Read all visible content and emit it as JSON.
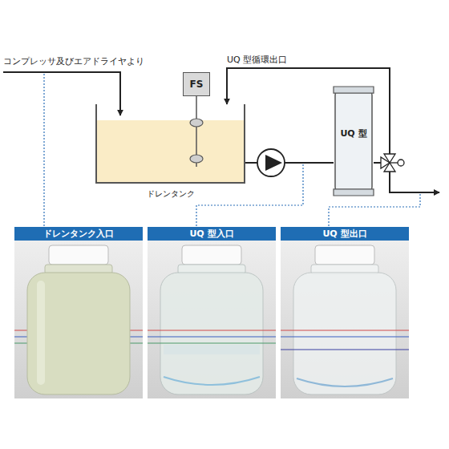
{
  "diagram": {
    "nodes": [
      {
        "text": [
          "FS"
        ]
      },
      {
        "text": [
          "ドレンタンク"
        ]
      },
      {
        "text": [
          "UQ 型"
        ]
      },
      {
        "text": [
          "ドレンタンク入口"
        ]
      },
      {
        "text": [
          "UQ 型入口"
        ]
      },
      {
        "text": [
          "UQ 型出口"
        ]
      }
    ],
    "edges": [
      {
        "from": 0,
        "to": 1,
        "arrow": "none"
      },
      {
        "from": 1,
        "to": 2,
        "arrow": "none"
      },
      {
        "from": 2,
        "to": 1,
        "arrow": "to",
        "label": "UQ 型循環出口"
      }
    ],
    "labels": [
      "コンプレッサ及びエアドライヤより"
    ]
  }
}
